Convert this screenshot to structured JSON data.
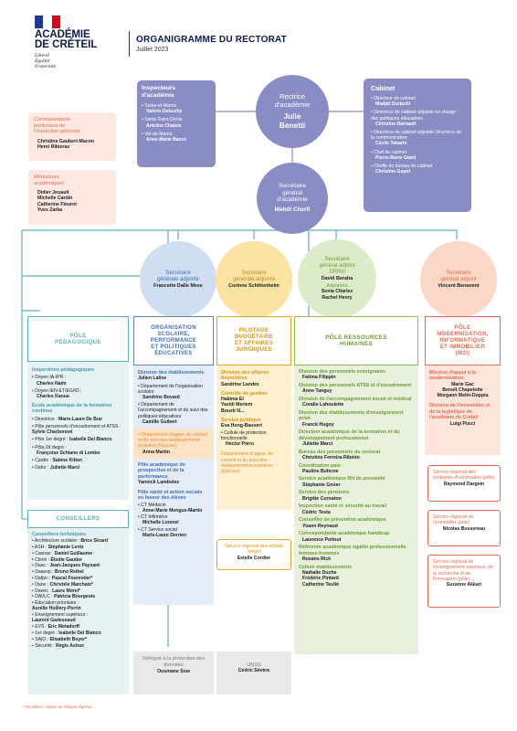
{
  "header": {
    "academie_line1": "ACADÉMIE",
    "academie_line2": "DE CRÉTEIL",
    "motto": [
      "Liberté",
      "Égalité",
      "Fraternité"
    ],
    "title": "ORGANIGRAMME DU RECTORAT",
    "date": "Juillet 2023"
  },
  "colors": {
    "purple": "#8a8cc4",
    "teal": "#5bb0ba",
    "blue": "#5b86c2",
    "orange": "#e4a72a",
    "green": "#8bbd4a",
    "salmon": "#e36b4f",
    "grey": "#a8a8a8"
  },
  "recteur": {
    "title_line1": "Rectrice",
    "title_line2": "d'académie",
    "name_line1": "Julie",
    "name_line2": "Benetti"
  },
  "inspecteurs": {
    "title_line1": "Inspecteurs",
    "title_line2": "d'académie",
    "items": [
      {
        "dept": "Seine-et-Marne",
        "name": "Valérie Debuchy"
      },
      {
        "dept": "Seine-Saint-Denis",
        "name": "Antoine Chaleix"
      },
      {
        "dept": "Val-de-Marne",
        "name": "Anne-Marie Bazzo"
      }
    ]
  },
  "cabinet": {
    "title": "Cabinet",
    "items": [
      {
        "role": "Directeur de cabinet",
        "name": "Madjid Ouriachi"
      },
      {
        "role": "Directrice de cabinet adjointe en charge des politiques éducatives",
        "name": "Christine Darnault"
      },
      {
        "role": "Directrice de cabinet adjointe Directrice de la communication",
        "name": "Cécile Tabarin"
      },
      {
        "role": "Chef de cabinet",
        "name": "Pierre-Marie Giard"
      },
      {
        "role": "Cheffe du bureau du cabinet",
        "name": "Christine Guyot"
      }
    ]
  },
  "correspondants": {
    "title_line1": "Correspondants",
    "title_line2": "territoriaux de",
    "title_line3": "l'inspection générale",
    "names": [
      "Christine Gaubert-Macon",
      "Henri Ribieras"
    ]
  },
  "mediateurs": {
    "title_line1": "Médiateurs",
    "title_line2": "académiques",
    "names": [
      "Didier Jouault",
      "Michelle Cardin",
      "Catherine Fleurot",
      "Yves Zarka"
    ]
  },
  "sg": {
    "title_line1": "Secrétaire",
    "title_line2": "général",
    "title_line3": "d'académie",
    "name": "Mehdi Cherfi"
  },
  "sga": [
    {
      "title_line1": "Secrétaire",
      "title_line2": "générale adjointe",
      "extra": "",
      "name": "Francette Dalle Mese",
      "adj_label": "",
      "adj_names": ""
    },
    {
      "title_line1": "Secrétaire",
      "title_line2": "générale adjointe",
      "extra": "",
      "name": "Corinne Schittenhelm",
      "adj_label": "",
      "adj_names": ""
    },
    {
      "title_line1": "Secrétaire",
      "title_line2": "général adjoint",
      "extra": "DRRH",
      "name": "David Beraha",
      "adj_label": "Adjointes",
      "adj_names": "Sonia Charles Rachel Henry"
    },
    {
      "title_line1": "Secrétaire",
      "title_line2": "général adjoint",
      "extra": "",
      "name": "Vincent Benavent",
      "adj_label": "",
      "adj_names": ""
    }
  ],
  "pedagogique": {
    "heading_line1": "PÔLE",
    "heading_line2": "PÉDAGOGIQUE",
    "insp_title": "Inspections pédagogiques",
    "insp_items": [
      {
        "label": "Doyen IA-IPR :",
        "name": "Charles Naim"
      },
      {
        "label": "Doyen IEN-ET/EG/IO :",
        "name": "Charles Kaoua"
      }
    ],
    "ecole_title": "École académique de la formation continue",
    "ecole_items": [
      {
        "label": "Directrice : ",
        "name": "Marie-Laure De Bue"
      },
      {
        "label": "Pôle personnels d'encadrement et ATSS : ",
        "name": "Sylvie Charbonnel"
      },
      {
        "label": "Pôle 1er degré : ",
        "name": "Isabelle Del Bianco"
      },
      {
        "label": "Pôle 2d degré :",
        "name": "Françoise Schiano di Lombo"
      },
      {
        "label": "Cardie : ",
        "name": "Sabine Kitten"
      },
      {
        "label": "Dafor : ",
        "name": "Juliette Marci"
      }
    ]
  },
  "conseillers": {
    "heading": "CONSEILLERS",
    "sub": "Conseillers techniques",
    "items": [
      {
        "label": "Architecture scolaire : ",
        "name": "Brice Sicard"
      },
      {
        "label": "ASH : ",
        "name": "Stéphanie Lentz"
      },
      {
        "label": "Casnav : ",
        "name": "Daniel Guillaume"
      },
      {
        "label": "Clemi : ",
        "name": "Élodie Gautier"
      },
      {
        "label": "Daac : ",
        "name": "Jean-Jacques Paysant"
      },
      {
        "label": "Daasop : ",
        "name": "Bruno Reibel"
      },
      {
        "label": "Dafpic : ",
        "name": "Pascal Fourestier*"
      },
      {
        "label": "Dane : ",
        "name": "Christèle Marchais*"
      },
      {
        "label": "Dareic : ",
        "name": "Laure Morel*"
      },
      {
        "label": "DAVLC : ",
        "name": "Patricia Bourgeois"
      },
      {
        "label": "Éducation prioritaire : ",
        "name": "Aurélie Huillery-Perrin"
      },
      {
        "label": "Enseignement supérieur : ",
        "name": "Laurent Gadessaud"
      },
      {
        "label": "EVS : ",
        "name": "Eric Metadorff"
      },
      {
        "label": "1er degré : ",
        "name": "Isabelle Del Bianco"
      },
      {
        "label": "SAIO : ",
        "name": "Elisabeth Boyer*"
      },
      {
        "label": "Sécurité : ",
        "name": "Régis Astruc"
      }
    ],
    "footnote": "* Par ailleurs, adjoint au délégué régional"
  },
  "organisation": {
    "heading": [
      "ORGANISATION",
      "SCOLAIRE,",
      "PERFORMANCE",
      "ET POLITIQUES",
      "ÉDUCATIVES"
    ],
    "div_title": "Division des établissements",
    "div_head": "Julien Lalive",
    "div_items": [
      {
        "label": "Département de l'organisation scolaire",
        "name": "Sandrine Bovard"
      },
      {
        "label": "Département de l'accompagnement et du suivi des politiques éducatives",
        "name": "Camille Guibert"
      }
    ],
    "dacces_label": "Département d'appui, du conseil et du suivi des établissements scolaires (Dacces)",
    "dacces_name": "Anna Martin",
    "prosp_title": "Pôle académique de prospective et de la performance",
    "prosp_name": "Yannick Lambolez",
    "sante_title": "Pôle santé et action sociale en faveur des élèves",
    "sante_items": [
      {
        "label": "CT Médecin",
        "name": "Anne-Marie Mengus-Martin"
      },
      {
        "label": "CT Infirmière",
        "name": "Michelle Lorenzi"
      },
      {
        "label": "CT Service social",
        "name": "Marie-Laure Derrien"
      }
    ]
  },
  "pilotage": {
    "heading": [
      "PILOTAGE",
      "BUDGÉTAIRE",
      "ET AFFAIRES",
      "JURIDIQUES"
    ],
    "daf_title": "Division des affaires financières",
    "daf_name": "Sandrine Landes",
    "cg_title": "Contrôle de gestion",
    "cg_names": "Hakima El Yazidi Meriem Bouzit N...",
    "sj_title": "Service juridique",
    "sj_name": "Eva Hong-Bauvert",
    "sj_item_label": "Cellule de protection fonctionnelle",
    "sj_item_name": "Hector Porro",
    "dacces_label": "Département d'appui, du conseil et du suivi des établissements scolaires (Dacces)",
    "achats_title": "Service régional des achats (siège)",
    "achats_name": "Estelle Cordier"
  },
  "rh": {
    "heading": [
      "PÔLE RESSOURCES",
      "HUMAINES"
    ],
    "items": [
      {
        "title": "Division des personnels enseignants",
        "name": "Fatima Filippin"
      },
      {
        "title": "Division des personnels ATSS et d'encadrement",
        "name": "Anne Tanguy"
      },
      {
        "title": "Division de l'accompagnement social et médical",
        "name": "Coralie Lahoulette"
      },
      {
        "title": "Division des établissements d'enseignement privé",
        "name": "Franck Hugoy"
      },
      {
        "title": "Direction académique de la formation et du développement professionnel",
        "name": "Juliette Marci"
      },
      {
        "title": "Bureau des personnels du rectorat",
        "name": "Christine Ferreira-Ribeiro"
      },
      {
        "title": "Coordination paie",
        "name": "Pauline Buferne"
      },
      {
        "title": "Service académique RH de proximité",
        "name": "Stéphanie Goüer"
      },
      {
        "title": "Service des pensions",
        "name": "Brigitte Cornaton"
      },
      {
        "title": "Inspection santé et sécurité au travail",
        "name": "Cédric Testa"
      },
      {
        "title": "Conseiller de prévention académique",
        "name": "Yoann Reynaud"
      },
      {
        "title": "Correspondante académique handicap",
        "name": "Laurence Poitout"
      },
      {
        "title": "Référente académique égalité professionnelle femmes-hommes",
        "name": "Roxane Rick"
      }
    ],
    "cellule_title": "Cellule établissements",
    "cellule_names": [
      "Nathalie Duche",
      "Frédéric Pintard",
      "Catherine Teulié"
    ]
  },
  "m2i": {
    "heading": [
      "PÔLE",
      "MODERNISATION,",
      "INFORMATIQUE",
      "ET IMMOBILIER",
      "(M2I)"
    ],
    "mission_title": "Mission d'appui à la modernisation",
    "mission_names": [
      "Marie Gac",
      "Benoît Chapelotte",
      "Morgann Melin-Doppia"
    ],
    "div_title": "Division de l'immobilier et de la logistique de l'académie de Créteil",
    "div_name": "Luigi Pucci",
    "boxes": [
      {
        "title": "Service régional des systèmes d'information (pôle)",
        "name": "Raymond Dargein"
      },
      {
        "title": "Service régional de l'immobilier (pôle)",
        "name": "Nicolas Bussereau"
      },
      {
        "title": "Service régional de l'enseignement supérieur, de la recherche et de l'innovation (pôle)",
        "name": "Suzanne Akkari"
      }
    ]
  },
  "dpd": {
    "title": "Délégué à la protection des données",
    "name": "Ousmane Sow"
  },
  "unss": {
    "title": "UNSS",
    "name": "Cédric Sévère"
  }
}
